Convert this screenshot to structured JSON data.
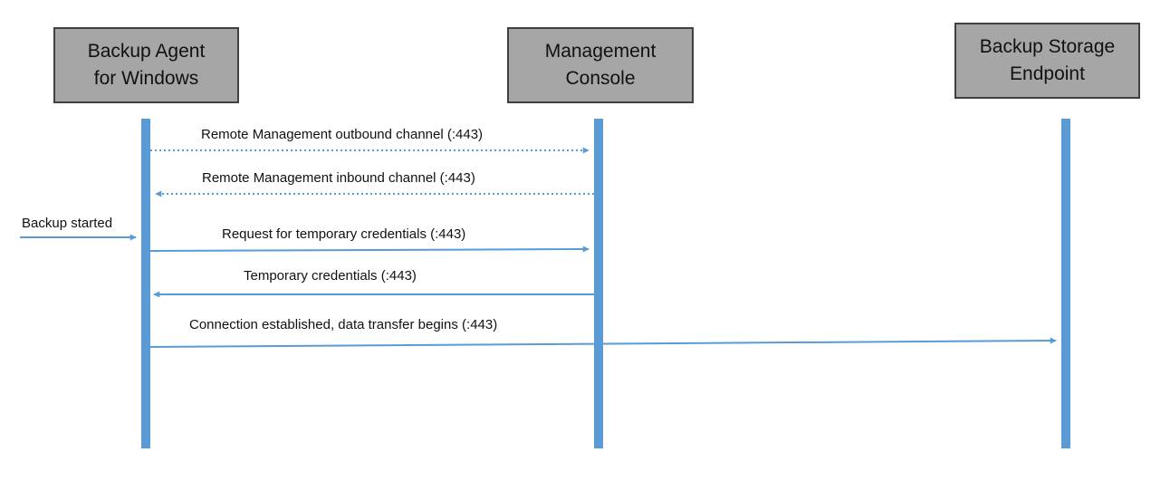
{
  "actors": [
    {
      "line1": "Backup Agent",
      "line2": "for Windows"
    },
    {
      "line1": "Management",
      "line2": "Console"
    },
    {
      "line1": "Backup Storage",
      "line2": "Endpoint"
    }
  ],
  "messages": [
    {
      "label": "Remote Management outbound channel (:443)",
      "from": "Backup Agent for Windows",
      "to": "Management Console",
      "style": "dotted"
    },
    {
      "label": "Remote Management inbound channel (:443)",
      "from": "Management Console",
      "to": "Backup Agent for Windows",
      "style": "dotted"
    },
    {
      "label": "Backup started",
      "from": "",
      "to": "Backup Agent for Windows",
      "style": "solid"
    },
    {
      "label": "Request for temporary credentials (:443)",
      "from": "Backup Agent for Windows",
      "to": "Management Console",
      "style": "solid"
    },
    {
      "label": "Temporary credentials (:443)",
      "from": "Management Console",
      "to": "Backup Agent for Windows",
      "style": "solid"
    },
    {
      "label": "Connection established, data transfer begins (:443)",
      "from": "Backup Agent for Windows",
      "to": "Backup Storage Endpoint",
      "style": "solid"
    }
  ],
  "colors": {
    "lifeline": "#5b9bd5",
    "actor_fill": "#a6a6a6",
    "actor_border": "#404040"
  }
}
